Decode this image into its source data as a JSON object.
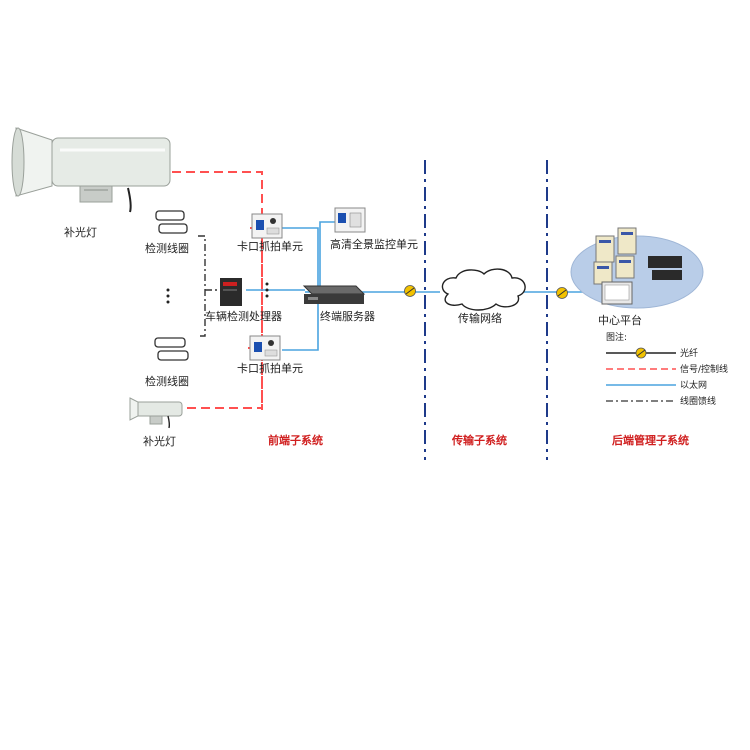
{
  "labels": {
    "light_top": "补光灯",
    "coil_top": "检测线圈",
    "capture_top": "卡口抓拍单元",
    "hd_monitor": "高清全景监控单元",
    "vehicle_processor": "车辆检测处理器",
    "terminal_server": "终端服务器",
    "capture_bottom": "卡口抓拍单元",
    "coil_bottom": "检测线圈",
    "light_bottom": "补光灯",
    "network": "传输网络",
    "center": "中心平台"
  },
  "subsystems": {
    "front": "前端子系统",
    "transmission": "传输子系统",
    "backend": "后端管理子系统"
  },
  "legend": {
    "title": "图注:",
    "items": [
      {
        "label": "光纤",
        "style": "fiber"
      },
      {
        "label": "信号/控制线",
        "style": "dashed-red"
      },
      {
        "label": "以太网",
        "style": "ethernet"
      },
      {
        "label": "线圈馈线",
        "style": "dashdot"
      }
    ]
  },
  "colors": {
    "signal": "#ff5050",
    "ethernet": "#4aa3df",
    "divider": "#1e3a8a",
    "fiber_node": "#f2c200",
    "section_text": "#d02020"
  }
}
